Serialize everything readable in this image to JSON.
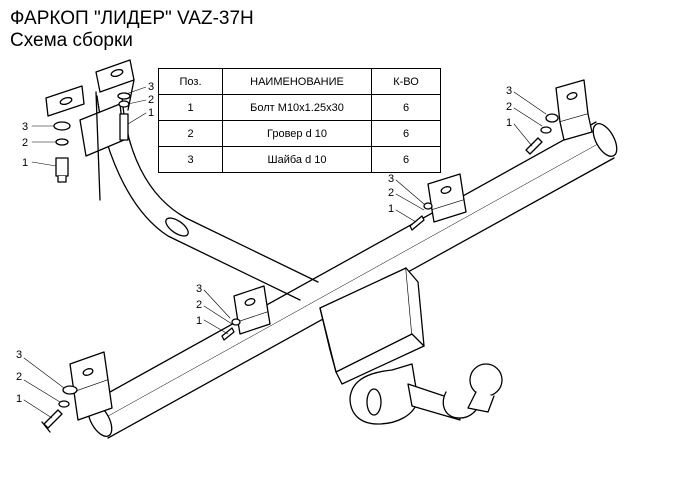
{
  "header": {
    "title": "ФАРКОП \"ЛИДЕР\" VAZ-37H",
    "subtitle": "Схема сборки"
  },
  "parts_table": {
    "headers": [
      "Поз.",
      "НАИМЕНОВАНИЕ",
      "К-ВО"
    ],
    "rows": [
      [
        "1",
        "Болт М10х1.25х30",
        "6"
      ],
      [
        "2",
        "Гровер d 10",
        "6"
      ],
      [
        "3",
        "Шайба d 10",
        "6"
      ]
    ]
  },
  "callouts": {
    "one": "1",
    "two": "2",
    "three": "3"
  }
}
